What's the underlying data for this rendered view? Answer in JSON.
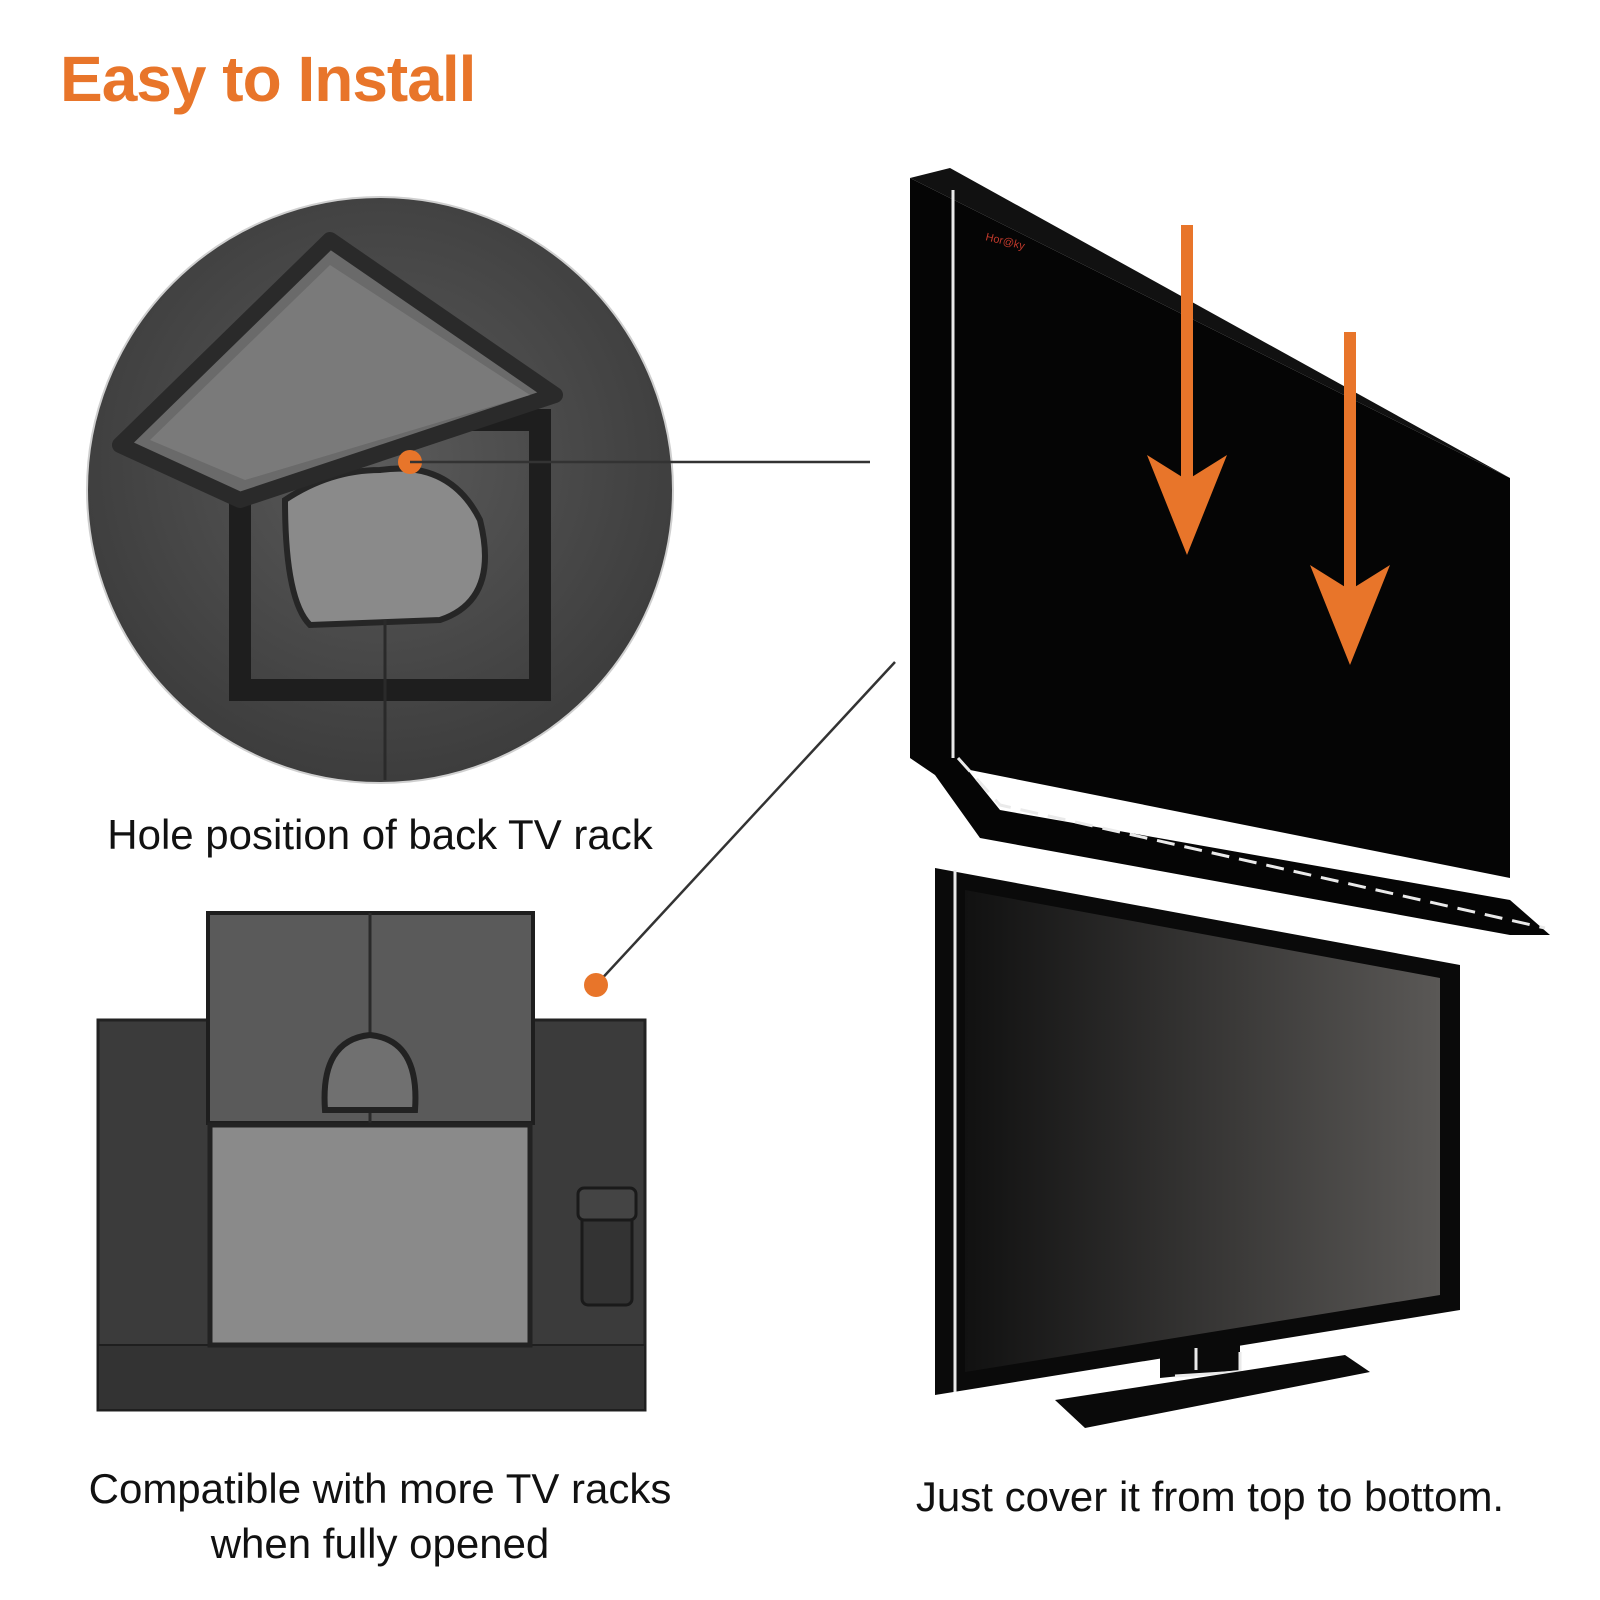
{
  "title": "Easy to Install",
  "captions": {
    "hole_position": "Hole position of back TV rack",
    "compatible_line1": "Compatible with more TV racks",
    "compatible_line2": "when fully opened",
    "cover": "Just cover it from top to bottom."
  },
  "colors": {
    "accent": "#e8752a",
    "fabric": "#3a3a3a",
    "tv_cover": "#050505"
  },
  "icons": {
    "arrow_left": "down-arrow-icon",
    "arrow_right": "down-arrow-icon",
    "marker": "orange-dot-icon"
  }
}
